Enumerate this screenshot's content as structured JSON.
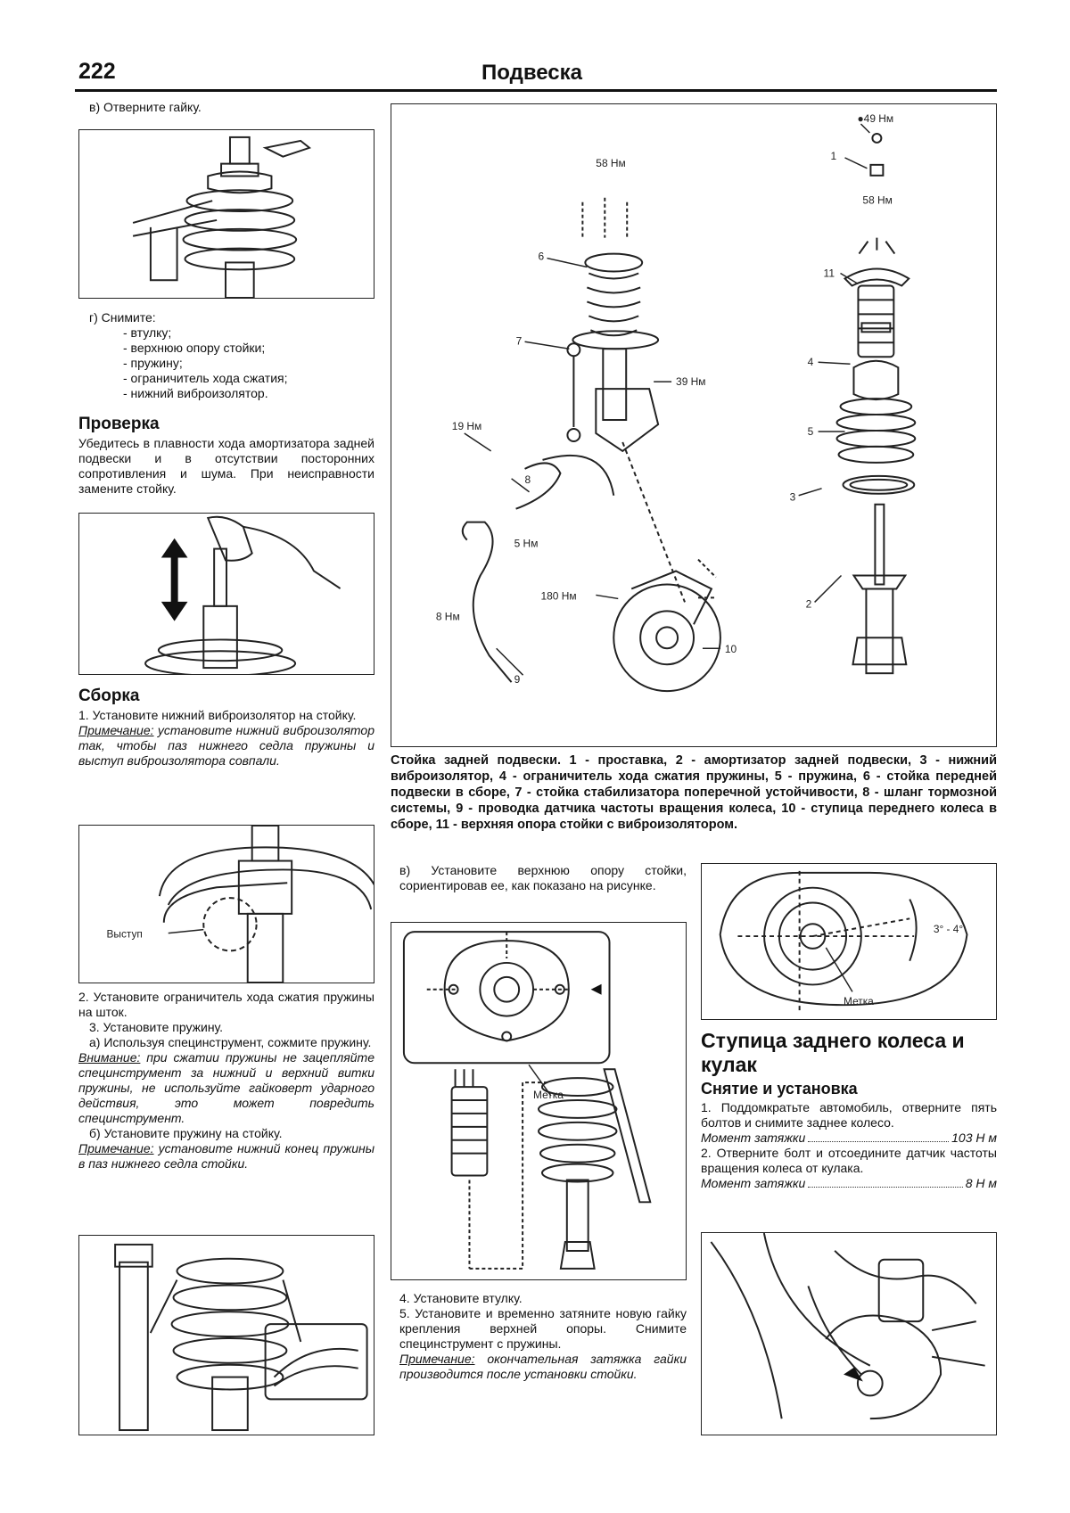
{
  "header": {
    "page_number": "222",
    "section_title": "Подвеска"
  },
  "left": {
    "step_v": "в) Отверните гайку.",
    "step_g": "г) Снимите:",
    "remove_items": [
      "- втулку;",
      "- верхнюю опору стойки;",
      "- пружину;",
      "- ограничитель хода сжатия;",
      "- нижний виброизолятор."
    ],
    "check_title": "Проверка",
    "check_text": "Убедитесь в плавности хода амортизатора задней подвески и в отсутствии посторонних сопротивления и шума. При неисправности замените стойку.",
    "assembly_title": "Сборка",
    "assembly_step1": "1. Установите нижний виброизолятор на стойку.",
    "note_label": "Примечание:",
    "note1_text": "установите нижний виброизолятор так, чтобы паз нижнего седла пружины и выступ виброизолятора совпали.",
    "fig_protrusion_label": "Выступ",
    "step2": "2. Установите ограничитель хода сжатия пружины на шток.",
    "step3": "3. Установите пружину.",
    "step3a": "а) Используя специнструмент, сожмите пружину.",
    "warning_label": "Внимание:",
    "warning_text": "при сжатии пружины не зацепляйте специнструмент за нижний и верхний витки пружины, не используйте гайковерт ударного действия, это может повредить специнструмент.",
    "step3b": "б) Установите пружину на стойку.",
    "note2_text": "установите нижний конец пружины в паз нижнего седла стойки."
  },
  "main_figure": {
    "labels": {
      "t49": "●49 Нм",
      "t58a": "58 Нм",
      "t58b": "58 Нм",
      "t39": "39 Нм",
      "t19": "19 Нм",
      "t5": "5 Нм",
      "t180": "180 Нм",
      "t8": "8 Нм",
      "n1": "1",
      "n2": "2",
      "n3": "3",
      "n4": "4",
      "n5": "5",
      "n6": "6",
      "n7": "7",
      "n8": "8",
      "n9": "9",
      "n10": "10",
      "n11": "11"
    },
    "caption": "Стойка задней подвески. 1 - проставка, 2 - амортизатор задней подвески, 3 - нижний виброизолятор, 4 - ограничитель хода сжатия пружины, 5 - пружина, 6 - стойка передней подвески в сборе, 7 - стойка стабилизатора поперечной устойчивости, 8 - шланг тормозной системы, 9 - проводка датчика частоты вращения колеса, 10 - ступица переднего колеса в сборе, 11 - верхняя опора стойки с виброизолятором."
  },
  "middle": {
    "step_v": "в) Установите верхнюю опору стойки, сориентировав ее, как показано на рисунке.",
    "mark_label": "Метка",
    "step4": "4. Установите втулку.",
    "step5": "5. Установите и временно затяните новую гайку крепления верхней опоры. Снимите специнструмент с пружины.",
    "note_label": "Примечание:",
    "note_text": "окончательная затяжка гайки производится после установки стойки."
  },
  "right": {
    "angle_label": "3° - 4°",
    "mark_label": "Метка",
    "hub_title": "Ступица заднего колеса и кулак",
    "removal_title": "Снятие и установка",
    "step1": "1. Поддомкратьте автомобиль, отверните пять болтов и снимите заднее колесо.",
    "torque_label": "Момент затяжки",
    "torque1": "103 Н м",
    "step2": "2. Отверните болт и отсоедините датчик частоты вращения колеса от кулака.",
    "torque2": "8 Н м"
  }
}
